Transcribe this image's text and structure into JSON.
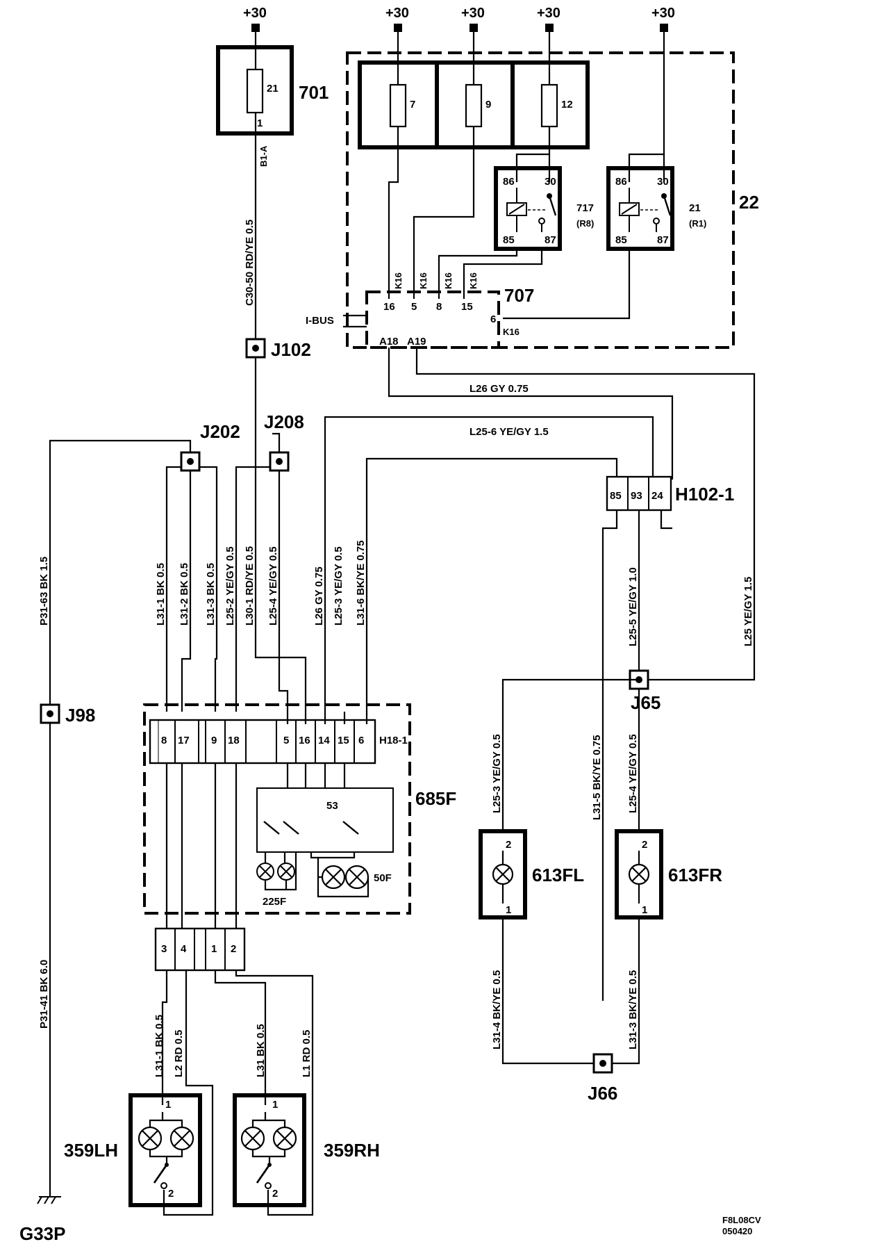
{
  "supply": "+30",
  "components": {
    "c701": {
      "id": "701",
      "fuse": "21",
      "pin": "1",
      "conn": "B1-A"
    },
    "c22": {
      "id": "22",
      "fuses": [
        "7",
        "9",
        "12"
      ]
    },
    "r717": {
      "id": "717",
      "sub": "(R8)",
      "pins": [
        "86",
        "30",
        "85",
        "87"
      ]
    },
    "r21": {
      "id": "21",
      "sub": "(R1)",
      "pins": [
        "86",
        "30",
        "85",
        "87"
      ]
    },
    "c707": {
      "id": "707",
      "pins": [
        "16",
        "5",
        "8",
        "15",
        "6",
        "A18",
        "A19"
      ],
      "k16": "K16",
      "ibus": "I-BUS"
    },
    "h102": {
      "id": "H102-1",
      "pins": [
        "85",
        "93",
        "24"
      ]
    },
    "h18": {
      "id": "H18-1",
      "pins": [
        "8",
        "17",
        "9",
        "18",
        "5",
        "16",
        "14",
        "15",
        "6"
      ]
    },
    "c685": {
      "id": "685F",
      "sw": "53",
      "lamp225": "225F",
      "lamp50": "50F"
    },
    "lower": {
      "pins": [
        "3",
        "4",
        "1",
        "2"
      ]
    },
    "l613fl": {
      "id": "613FL",
      "p_top": "2",
      "p_bot": "1"
    },
    "l613fr": {
      "id": "613FR",
      "p_top": "2",
      "p_bot": "1"
    },
    "l359lh": {
      "id": "359LH",
      "p1": "1",
      "p2": "2"
    },
    "l359rh": {
      "id": "359RH",
      "p1": "1",
      "p2": "2"
    },
    "ground": "G33P"
  },
  "junctions": {
    "j102": "J102",
    "j202": "J202",
    "j208": "J208",
    "j98": "J98",
    "j65": "J65",
    "j66": "J66"
  },
  "wires": {
    "c30_50": "C30-50  RD/YE  0.5",
    "l26_top": "L26  GY  0.75",
    "l25_6": "L25-6  YE/GY  1.5",
    "p31_63": "P31-63  BK  1.5",
    "p31_41": "P31-41  BK  6.0",
    "l31_1": "L31-1  BK 0.5",
    "l31_2": "L31-2  BK 0.5",
    "l31_3": "L31-3  BK 0.5",
    "l25_2": "L25-2  YE/GY  0.5",
    "l30_1": "L30-1  RD/YE  0.5",
    "l25_4": "L25-4  YE/GY  0.5",
    "l26": "L26  GY  0.75",
    "l25_3": "L25-3  YE/GY  0.5",
    "l31_6": "L31-6  BK/YE  0.75",
    "l25_5": "L25-5  YE/GY  1.0",
    "l25": "L25  YE/GY  1.5",
    "fl_top": "L25-3  YE/GY  0.5",
    "l31_5": "L31-5  BK/YE  0.75",
    "fr_top": "L25-4  YE/GY  0.5",
    "l31_4": "L31-4  BK/YE  0.5",
    "l31_3b": "L31-3  BK/YE  0.5",
    "lh_bk": "L31-1 BK  0.5",
    "lh_rd": "L2  RD  0.5",
    "rh_bk": "L31  BK  0.5",
    "rh_rd": "L1  RD  0.5"
  },
  "doc_id": [
    "F8L08CV",
    "050420"
  ]
}
